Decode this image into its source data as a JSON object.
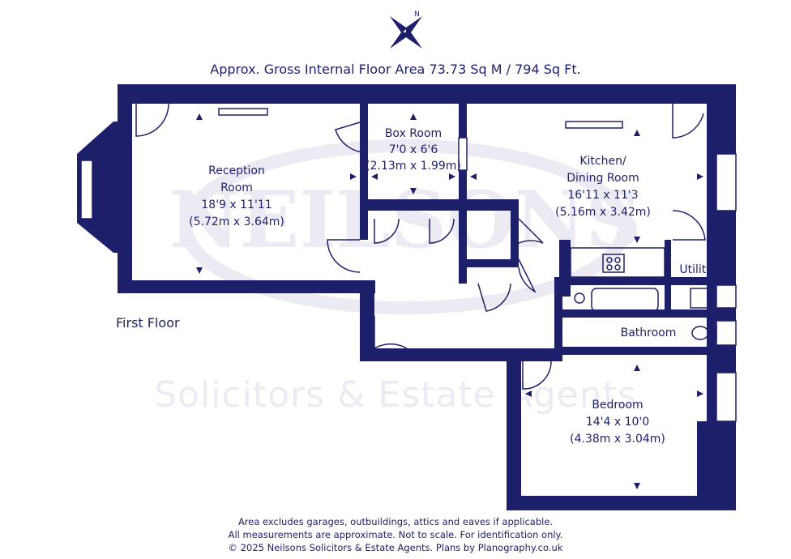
{
  "header": {
    "floor_area": "Approx. Gross Internal Floor Area 73.73 Sq M / 794 Sq Ft."
  },
  "compass": {
    "north_label": "N"
  },
  "floor_label": "First Floor",
  "watermark": {
    "logo_text": "NEILSONS",
    "text": "Solicitors & Estate Agents"
  },
  "rooms": {
    "reception": {
      "name1": "Reception",
      "name2": "Room",
      "imperial": "18'9 x 11'11",
      "metric": "(5.72m x 3.64m)"
    },
    "box_room": {
      "name": "Box Room",
      "imperial": "7'0 x 6'6",
      "metric": "(2.13m x 1.99m)"
    },
    "kitchen": {
      "name1": "Kitchen/",
      "name2": "Dining Room",
      "imperial": "16'11 x 11'3",
      "metric": "(5.16m x 3.42m)"
    },
    "utility": {
      "name": "Utility"
    },
    "bathroom": {
      "name": "Bathroom"
    },
    "bedroom": {
      "name": "Bedroom",
      "imperial": "14'4 x 10'0",
      "metric": "(4.38m x 3.04m)"
    }
  },
  "footer": {
    "line1": "Area excludes garages, outbuildings, attics and eaves if applicable.",
    "line2": "All measurements are approximate. Not to scale. For identification only.",
    "line3": "© 2025 Neilsons Solicitors & Estate Agents. Plans by Planography.co.uk"
  },
  "colors": {
    "wall": "#1e1f6b",
    "text": "#1e1f6b",
    "watermark": "#ecebf4",
    "window": "#ffffff"
  }
}
